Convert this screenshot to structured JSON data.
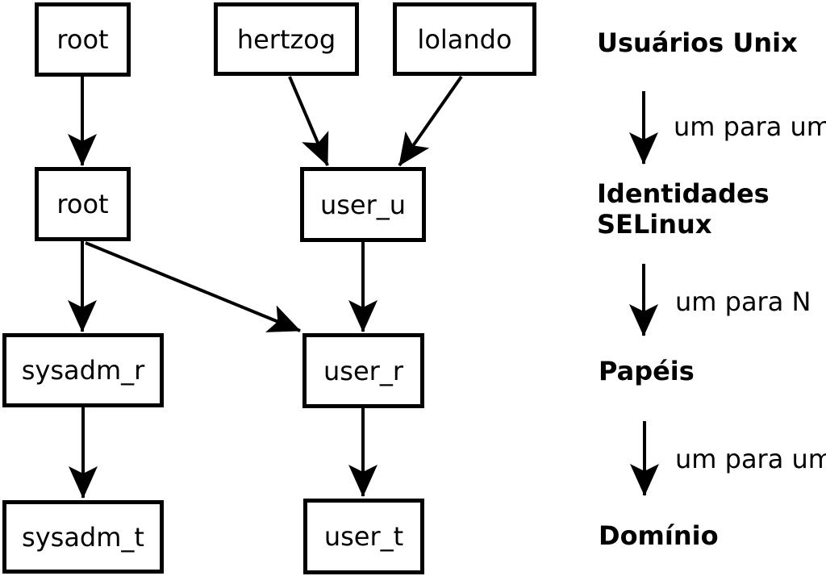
{
  "nodes": [
    {
      "id": "unix-root",
      "label": "root"
    },
    {
      "id": "unix-hertzog",
      "label": "hertzog"
    },
    {
      "id": "unix-lolando",
      "label": "lolando"
    },
    {
      "id": "selinux-root",
      "label": "root"
    },
    {
      "id": "selinux-user_u",
      "label": "user_u"
    },
    {
      "id": "role-sysadm_r",
      "label": "sysadm_r"
    },
    {
      "id": "role-user_r",
      "label": "user_r"
    },
    {
      "id": "domain-sysadm_t",
      "label": "sysadm_t"
    },
    {
      "id": "domain-user_t",
      "label": "user_t"
    }
  ],
  "legend": {
    "users": "Usuários Unix",
    "identities": "Identidades\nSELinux",
    "roles": "Papéis",
    "domain": "Domínio",
    "map_users_to_identities": "um para um",
    "map_identities_to_roles": "um para N",
    "map_roles_to_domain": "um para um"
  },
  "colors": {
    "ink": "#000000",
    "background": "#ffffff"
  }
}
